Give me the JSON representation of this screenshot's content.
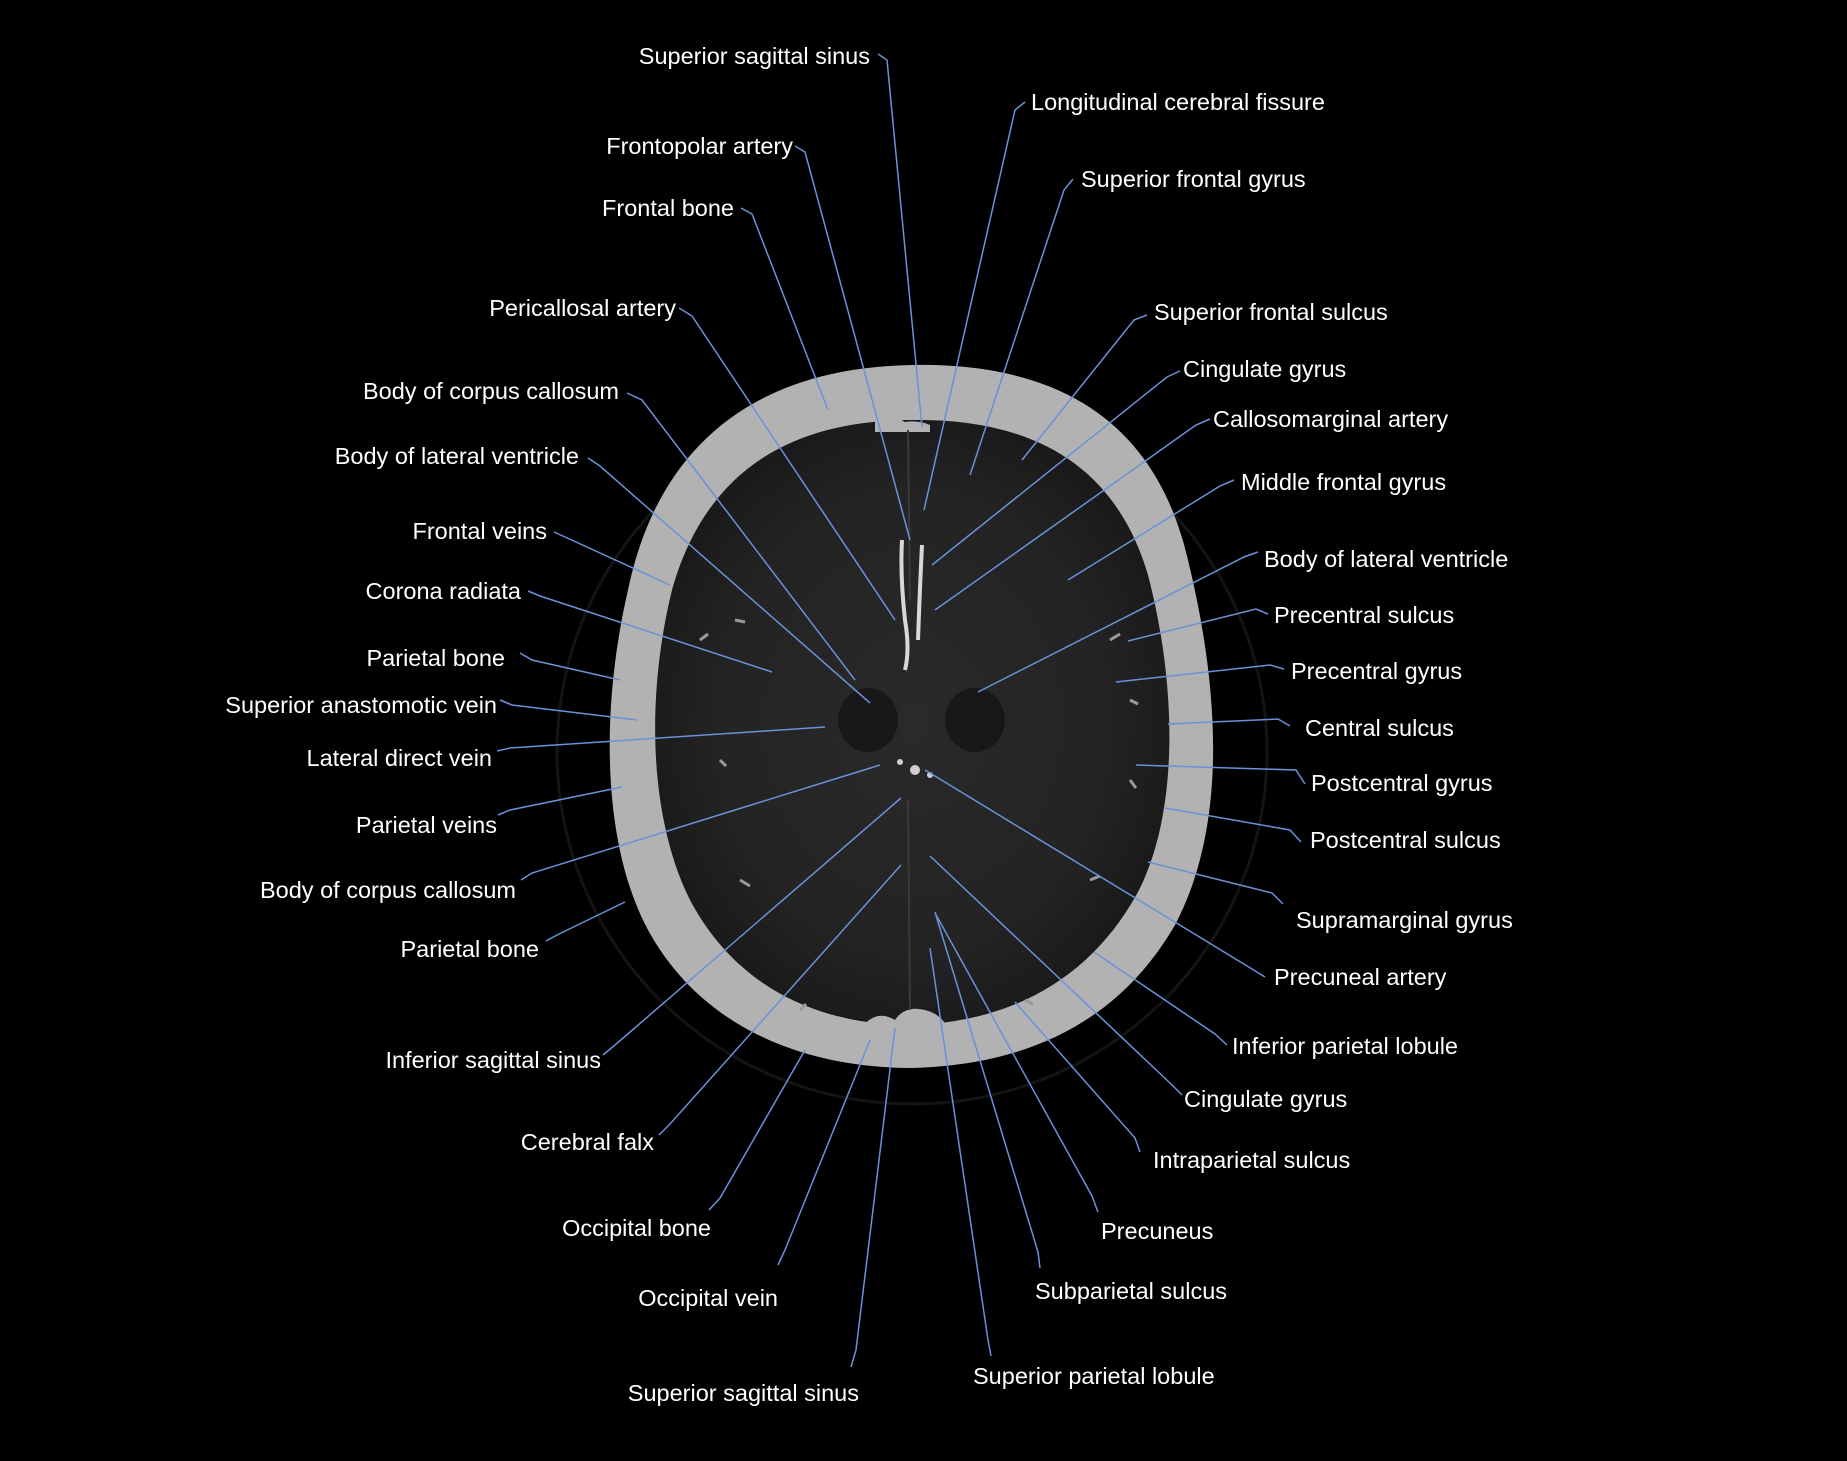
{
  "image": {
    "description_free": true,
    "background_color": "#000000",
    "label_color": "#ffffff",
    "leader_color": "#6a92da"
  },
  "labels": {
    "left": [
      "Superior sagittal sinus",
      "Frontopolar artery",
      "Frontal bone",
      "Pericallosal artery",
      "Body of corpus callosum",
      "Body of lateral ventricle",
      "Frontal veins",
      "Corona radiata",
      "Parietal bone",
      "Superior anastomotic vein",
      "Lateral direct vein",
      "Parietal veins",
      "Body of corpus callosum",
      "Parietal bone",
      "Inferior sagittal sinus",
      "Cerebral falx",
      "Occipital bone",
      "Occipital vein",
      "Superior sagittal sinus"
    ],
    "right": [
      "Longitudinal cerebral fissure",
      "Superior frontal gyrus",
      "Superior frontal sulcus",
      "Cingulate gyrus",
      "Callosomarginal artery",
      "Middle frontal gyrus",
      "Body of lateral ventricle",
      "Precentral sulcus",
      "Precentral gyrus",
      "Central sulcus",
      "Postcentral gyrus",
      "Postcentral sulcus",
      "Supramarginal gyrus",
      "Precuneal artery",
      "Inferior parietal lobule",
      "Cingulate gyrus",
      "Intraparietal sulcus",
      "Precuneus",
      "Subparietal sulcus",
      "Superior parietal lobule"
    ]
  }
}
